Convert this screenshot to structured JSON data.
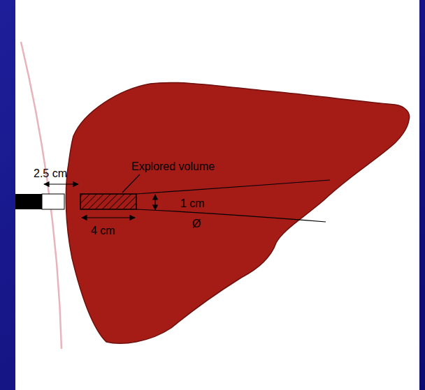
{
  "diagram": {
    "labels": [
      "2.5 cm",
      "Explored volume",
      "1 cm",
      "Ø",
      "4 cm"
    ]
  }
}
